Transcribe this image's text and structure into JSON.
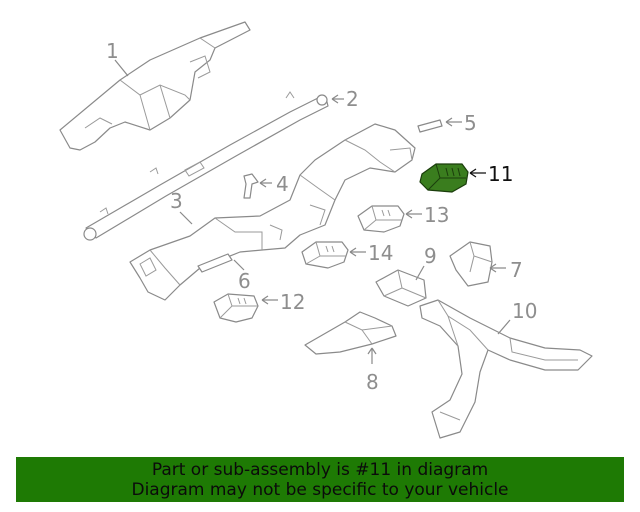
{
  "callouts": {
    "c1": "1",
    "c2": "2",
    "c3": "3",
    "c4": "4",
    "c5": "5",
    "c6": "6",
    "c7": "7",
    "c8": "8",
    "c9": "9",
    "c10": "10",
    "c11": "11",
    "c12": "12",
    "c13": "13",
    "c14": "14"
  },
  "highlight": {
    "part": "11",
    "color": "#3a7d1e"
  },
  "banner": {
    "line1": "Part or sub-assembly is #11 in diagram",
    "line2": "Diagram may not be specific to your vehicle",
    "background": "#1e7a04"
  }
}
